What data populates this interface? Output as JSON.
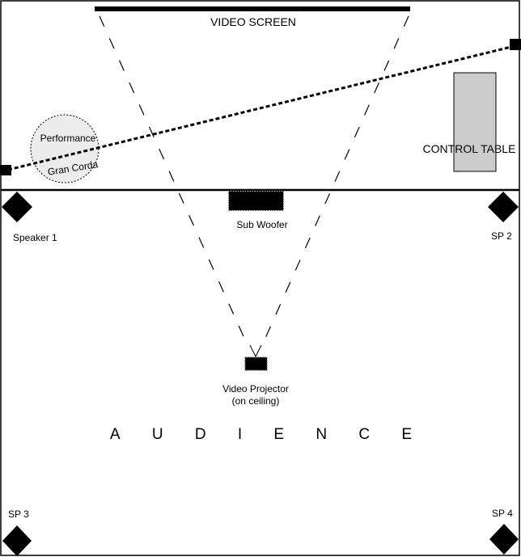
{
  "labels": {
    "video_screen": "VIDEO SCREEN",
    "control_table": "CONTROL TABLE",
    "performance": "Performance",
    "gran_corda": "Gran Corda",
    "sub_woofer": "Sub Woofer",
    "speaker_1": "Speaker 1",
    "sp2": "SP 2",
    "sp3": "SP 3",
    "sp4": "SP 4",
    "projector_line1": "Video Projector",
    "projector_line2": "(on ceiling)",
    "audience": "A U D I E N C E"
  },
  "colors": {
    "ink": "#000000",
    "table_fill": "#cccccc",
    "circle_fill": "#ececec",
    "background": "#ffffff"
  }
}
